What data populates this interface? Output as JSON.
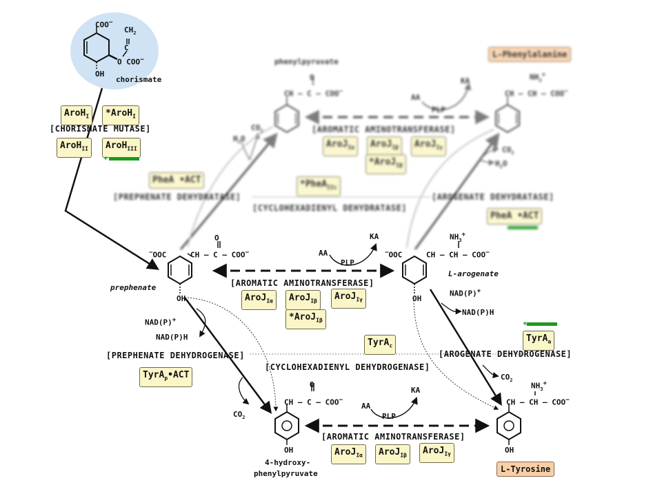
{
  "chorismate": {
    "label": "chorismate",
    "coo_top": "COO",
    "ch2": "CH",
    "c": "C",
    "o_coo": "O  COO",
    "oh": "OH"
  },
  "top_box_row1": [
    "AroH",
    "*AroH"
  ],
  "top_box_row1_sub": [
    "I",
    "I"
  ],
  "chorismate_mutase": "[CHORISMATE MUTASE]",
  "top_box_row2": [
    "AroH",
    "AroH"
  ],
  "top_box_row2_sub": [
    "II",
    "III"
  ],
  "phenylpyruvate": {
    "label": "phenylpyruvate",
    "formula": "CH  – C – COO",
    "o": "O"
  },
  "phe_product": "L-Phenylalanine",
  "phe_formula": "CH  – CH – COO",
  "phe_nh3": "NH",
  "top_transaminase": {
    "aa": "AA",
    "ka": "KA",
    "plp": "PLP",
    "label": "[AROMATIC AMINOTRANSFERASE]",
    "boxes": [
      "AroJ",
      "AroJ",
      "AroJ",
      "*AroJ"
    ],
    "subs": [
      "Iα",
      "Iβ",
      "Iγ",
      "Iβ"
    ]
  },
  "h2o_left": "H O",
  "co2_left": "CO",
  "h2o_right": "H O",
  "co2_right": "CO",
  "phea_act": "PheA  •ACT",
  "phea_act_sub": "Ip",
  "phea_iic": "*PheA",
  "phea_iic_sub": "IIc",
  "prephenate_dehydratase": "[PREPHENATE DEHYDRATASE]",
  "cyclohexadienyl_dehydratase": "[CYCLOHEXADIENYL DEHYDRATASE]",
  "arogenate_dehydratase": "[AROGENATE DEHYDRATASE]",
  "phea_a_act": "PheA  •ACT",
  "phea_a_act_sub": "Ia",
  "prephenate": {
    "label": "prephenate",
    "ooc": "OOC",
    "formula": "CH  – C – COO",
    "o": "O",
    "oh": "OH"
  },
  "arogenate": {
    "label": "L-arogenate",
    "ooc": "OOC",
    "formula": "CH  – CH – COO",
    "nh3": "NH",
    "oh": "OH"
  },
  "mid_transaminase": {
    "aa": "AA",
    "ka": "KA",
    "plp": "PLP",
    "label": "[AROMATIC AMINOTRANSFERASE]",
    "boxes": [
      "AroJ",
      "AroJ",
      "AroJ",
      "*AroJ"
    ],
    "subs": [
      "Iα",
      "Iβ",
      "Iγ",
      "Iβ"
    ]
  },
  "nadp_left": "NAD(P)",
  "nadph_left": "NAD(P)H",
  "nadp_right": "NAD(P)",
  "nadph_right": "NAD(P)H",
  "prephenate_dehydrogenase": "[PREPHENATE DEHYDROGENASE]",
  "tyra_act": "TyrA •ACT",
  "tyra_act_sub": "p",
  "tyra_c": "TyrA",
  "tyra_c_sub": "c",
  "cyclohexadienyl_dehydrogenase": "[CYCLOHEXADIENYL DEHYDROGENASE]",
  "arogenate_dehydrogenase": "[AROGENATE DEHYDROGENASE]",
  "tyra_a": "TyrA",
  "tyra_a_sub": "a",
  "co2_bottom_left": "CO",
  "co2_bottom_right": "CO",
  "hpp": {
    "label1": "4-hydroxy-",
    "label2": "phenylpyruvate",
    "formula": "CH  – C – COO",
    "o": "O",
    "oh": "OH"
  },
  "tyrosine": {
    "label": "L-Tyrosine",
    "formula": "CH  – CH – COO",
    "nh3": "NH",
    "oh": "OH"
  },
  "bot_transaminase": {
    "aa": "AA",
    "ka": "KA",
    "plp": "PLP",
    "label": "[AROMATIC AMINOTRANSFERASE]",
    "boxes": [
      "AroJ",
      "AroJ",
      "AroJ"
    ],
    "subs": [
      "Iα",
      "Iβ",
      "Iγ"
    ]
  },
  "green_marker_star": "*"
}
